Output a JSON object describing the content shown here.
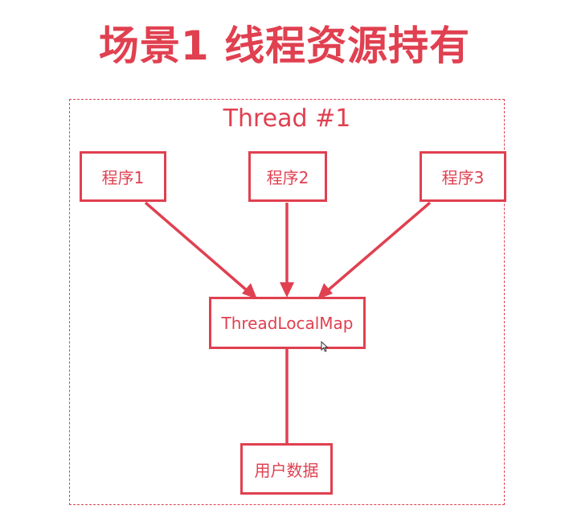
{
  "colors": {
    "accent": "#e04050"
  },
  "title": "场景1 线程资源持有",
  "thread_label": "Thread #1",
  "nodes": {
    "program1": "程序1",
    "program2": "程序2",
    "program3": "程序3",
    "map": "ThreadLocalMap",
    "user_data": "用户数据"
  }
}
